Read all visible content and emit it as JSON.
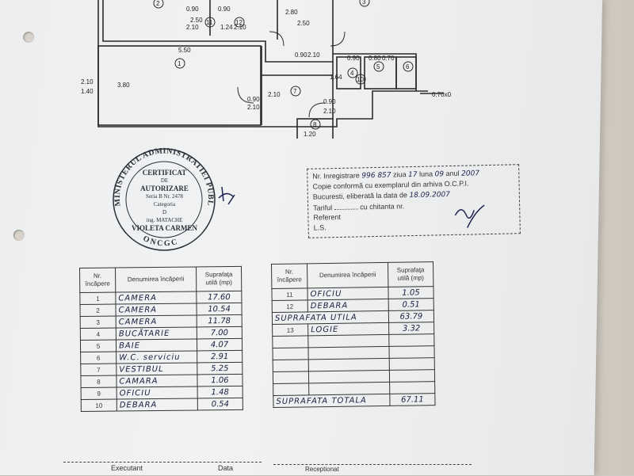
{
  "floor_plan": {
    "dimensions": [
      "2.50",
      "0.90",
      "2.10",
      "1.24",
      "2.80",
      "2.50",
      "0.90",
      "2.10",
      "5.50",
      "2.10",
      "1.40",
      "3.80",
      "2.10",
      "0.90",
      "2.10",
      "0.90",
      "2.10",
      "0.90",
      "2.10",
      "1.64",
      "0.80",
      "0.90",
      "0.70",
      "0.70x0.50",
      "1.20"
    ],
    "room_labels": [
      "2",
      "11",
      "12",
      "4",
      "5",
      "6",
      "10",
      "1",
      "7",
      "8",
      "3"
    ]
  },
  "stamp": {
    "ring_top": "MINISTERUL ADMINISTRATIEI PUBLICE",
    "ring_bottom": "ONCGC",
    "line1": "CERTIFICAT",
    "line2": "DE",
    "line3": "AUTORIZARE",
    "line4": "Seria B Nr. 2478",
    "line5": "Categoria",
    "line6": "D",
    "line7": "ing. MATACHE",
    "line8": "VIOLETA CARMEN"
  },
  "registration": {
    "nr_label": "Nr. Inregistrare",
    "nr_value": "996 857",
    "ziua_label": "ziua",
    "ziua_value": "17",
    "luna_label": "luna",
    "luna_value": "09",
    "anul_label": "anul",
    "anul_value": "2007",
    "copie_text": "Copie conformă cu exemplarul din arhiva O.C.P.I.",
    "eliberata_text": "Bucuresti, eliberată la data de",
    "eliberata_value": "18.09.2007",
    "tariful_label": "Tariful",
    "chitanta_label": "cu chitanta nr.",
    "referent_label": "Referent",
    "ls_label": "L.S."
  },
  "table_left": {
    "header_nr": "Nr. încăpere",
    "header_name": "Denumirea încăperii",
    "header_area": "Suprafaţa utilă (mp)",
    "rows": [
      {
        "nr": "1",
        "name": "CAMERA",
        "area": "17.60"
      },
      {
        "nr": "2",
        "name": "CAMERA",
        "area": "10.54"
      },
      {
        "nr": "3",
        "name": "CAMERA",
        "area": "11.78"
      },
      {
        "nr": "4",
        "name": "BUCĂTARIE",
        "area": "7.00"
      },
      {
        "nr": "5",
        "name": "BAIE",
        "area": "4.07"
      },
      {
        "nr": "6",
        "name": "W.C. serviciu",
        "area": "2.91"
      },
      {
        "nr": "7",
        "name": "VESTIBUL",
        "area": "5.25"
      },
      {
        "nr": "8",
        "name": "CAMARA",
        "area": "1.06"
      },
      {
        "nr": "9",
        "name": "OFICIU",
        "area": "1.48"
      },
      {
        "nr": "10",
        "name": "DEBARA",
        "area": "0.54"
      }
    ]
  },
  "table_right": {
    "header_nr": "Nr. încăpere",
    "header_name": "Denumirea încăperii",
    "header_area": "Suprafaţa utilă (mp)",
    "rows": [
      {
        "nr": "11",
        "name": "OFICIU",
        "area": "1.05"
      },
      {
        "nr": "12",
        "name": "DEBARA",
        "area": "0.51"
      }
    ],
    "suprafata_utila_label": "SUPRAFATA UTILA",
    "suprafata_utila_value": "63.79",
    "extra_rows": [
      {
        "nr": "13",
        "name": "LOGIE",
        "area": "3.32"
      }
    ],
    "total_label": "SUPRAFATA TOTALA",
    "total_value": "67.11"
  },
  "footer": {
    "executant_label": "Executant",
    "data_label": "Data",
    "right_text": "Receptionat"
  }
}
